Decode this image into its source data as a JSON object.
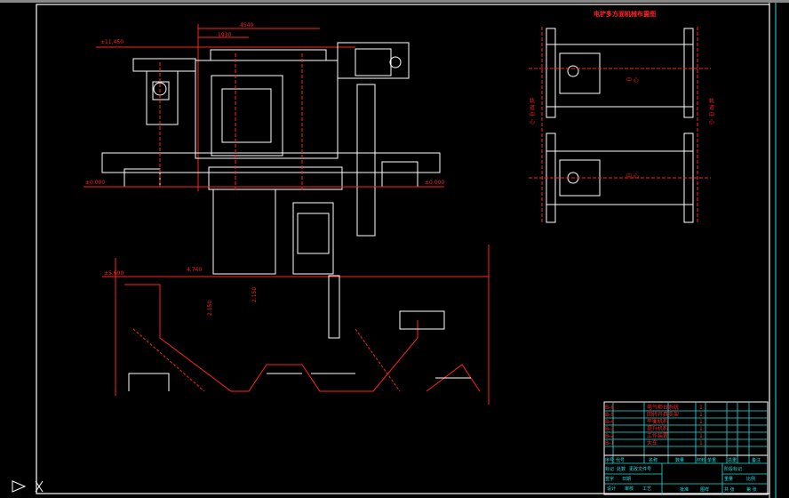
{
  "drawing": {
    "title": "电铲多方面机械布置图",
    "dimensions": {
      "top_overall": "4540",
      "top_partial": "1930",
      "level_top": "±11.450",
      "level_rail_left": "±0.000",
      "level_rail_right": "±0.000",
      "level_lower": "±5.600",
      "span_lower": "4.740",
      "height_lower": "2.150",
      "depth_mid": "2.150"
    },
    "plan_labels": {
      "upper_center": "中 心",
      "lower_center": "中 心",
      "left_side": "轨 道 中 心",
      "right_side": "轨 道 中 心"
    }
  },
  "title_block": {
    "parts": [
      {
        "code": "B-6",
        "name": "电气柜台系统",
        "qty": "1"
      },
      {
        "code": "B-5",
        "name": "回转开具支架",
        "qty": "1"
      },
      {
        "code": "B-4",
        "name": "平衡机构",
        "qty": "1"
      },
      {
        "code": "B-3",
        "name": "提升机构",
        "qty": "1"
      },
      {
        "code": "B-2",
        "name": "工作装置",
        "qty": "1"
      },
      {
        "code": "B-1",
        "name": "大车",
        "qty": "1"
      }
    ],
    "headers": [
      "序号",
      "代号",
      "名称",
      "数量",
      "材料",
      "单重",
      "总重",
      "备注"
    ],
    "lower_left": [
      "标记",
      "处数",
      "更改文件号",
      "签字",
      "日期"
    ],
    "lower_mid": [
      "设计",
      "审核",
      "工艺"
    ],
    "bottom_labels": [
      "批准",
      "图样"
    ],
    "right_labels": [
      "阶段标记",
      "重量",
      "比例",
      "共 张",
      "第 张"
    ]
  },
  "colors": {
    "frame": "#ffffff",
    "annotation": "#ff2020",
    "table": "#20e0e0",
    "background": "#000000"
  }
}
